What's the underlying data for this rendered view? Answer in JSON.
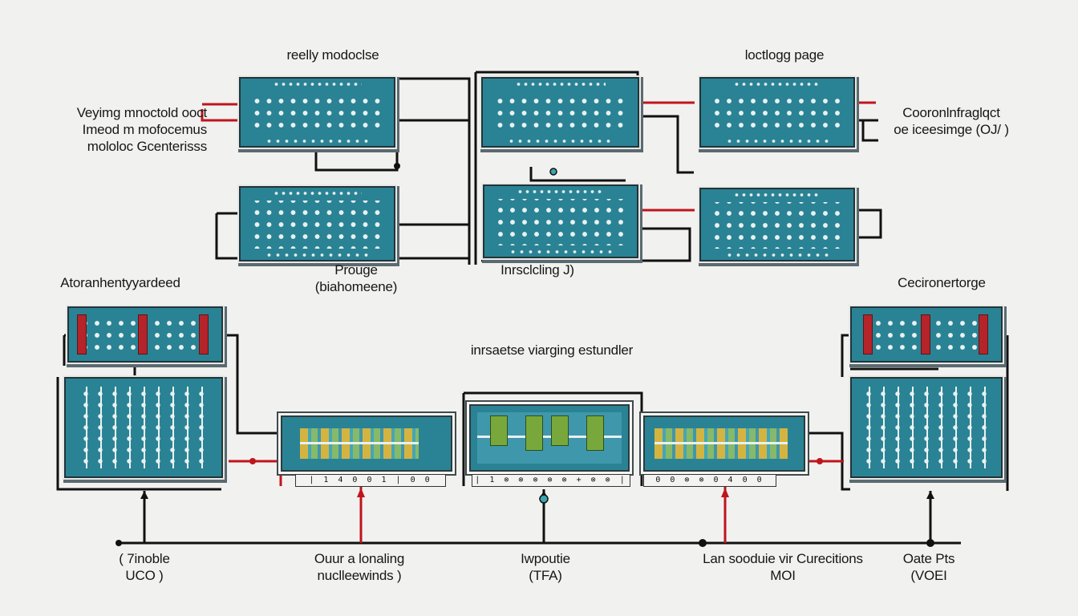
{
  "colors": {
    "board": "#2a8394",
    "wire": "#111111",
    "signal": "#c0141c",
    "background": "#f1f1ef"
  },
  "labels": {
    "top_left_title": "reelly modoclse",
    "top_right_title": "loctlogg page",
    "left_note": [
      "Veyimg mnoctold ooct",
      "Imeod m mofocemus",
      "mololoc Gcenterisss"
    ],
    "right_note": [
      "Cooronlnfraglqct",
      "oe iceesimge (OJ/ )"
    ],
    "mid_left_caption": [
      "Prouge",
      "(biahomeene)"
    ],
    "mid_center_caption": "Inrsclcling J)",
    "section_left": "Atoranhentyyardeed",
    "section_right": "Cecironertorge",
    "center_title": "inrsaetse viarging estundler",
    "bottom_1": [
      "( 7inoble",
      "UCO )"
    ],
    "bottom_2": [
      "Ouur a lonaling",
      "nuclleewinds )"
    ],
    "bottom_3": [
      "Iwpoutie",
      "(TFA)"
    ],
    "bottom_4": [
      "Lan sooduie vir Curecitions",
      "MOI"
    ],
    "bottom_5": [
      "Oate Pts",
      "(VOEI"
    ]
  },
  "strips": {
    "left": "| 1 4 0 0 1 | 0 0",
    "center": "| 1 ⊗ ⊗ ⊗ ⊗ ⊗ + ⊗ ⊗ |",
    "right": "0 0 ⊗ ⊗ 0 4 0 0"
  }
}
